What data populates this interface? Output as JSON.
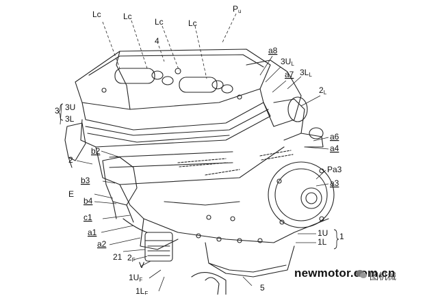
{
  "labels": {
    "lc1": "Lc",
    "lc2": "Lc",
    "lc3": "Lc",
    "lc4": "Lc",
    "pu_main": "P",
    "pu_sub": "u",
    "n4": "4",
    "a8": "a8",
    "u3_main": "3U",
    "u3_sub": "L",
    "a7": "a7",
    "l3_main": "3L",
    "l3_sub": "L",
    "l2_main": "2",
    "l2_sub": "L",
    "g3": "3",
    "g3u": "3U",
    "g3l": "3L",
    "a6": "a6",
    "a4": "a4",
    "b2": "b2",
    "n2": "2",
    "pa3": "Pa3",
    "b3": "b3",
    "a3": "a3",
    "e": "E",
    "b4": "b4",
    "c1": "c1",
    "a1": "a1",
    "u1": "1U",
    "n1": "1",
    "a2": "a2",
    "l1": "1L",
    "n21": "21",
    "f2_main": "2",
    "f2_sub": "F",
    "v": "V",
    "uf_main": "1U",
    "uf_sub": "F",
    "n5": "5",
    "lf_main": "1L",
    "lf_sub": "F"
  },
  "watermark": "newmotor.com.cn",
  "brand": "图机械"
}
